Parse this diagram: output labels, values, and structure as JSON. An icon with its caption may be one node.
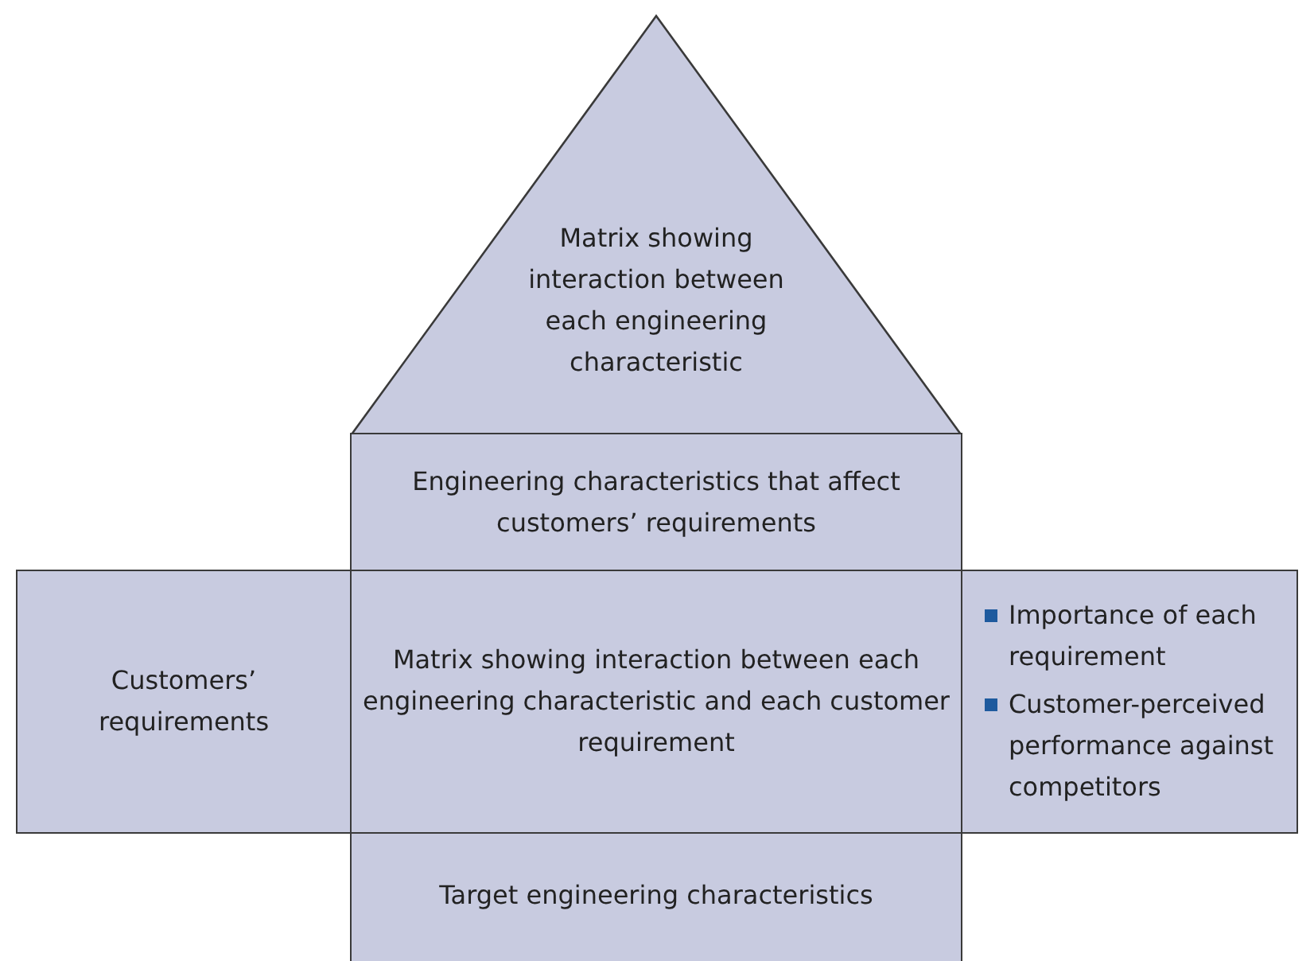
{
  "diagram": {
    "nodes": [
      {
        "text": [
          "Matrix showing interaction between each engineering characteristic"
        ]
      },
      {
        "text": [
          "Engineering characteristics that affect customers’ requirements"
        ]
      },
      {
        "text": [
          "Customers’ requirements"
        ]
      },
      {
        "text": [
          "Matrix showing interaction between each engineering characteristic and each customer requirement"
        ]
      },
      {
        "text": [
          "Importance of each requirement",
          "Customer-perceived performance against competitors"
        ]
      },
      {
        "text": [
          "Target engineering characteristics"
        ]
      }
    ]
  }
}
